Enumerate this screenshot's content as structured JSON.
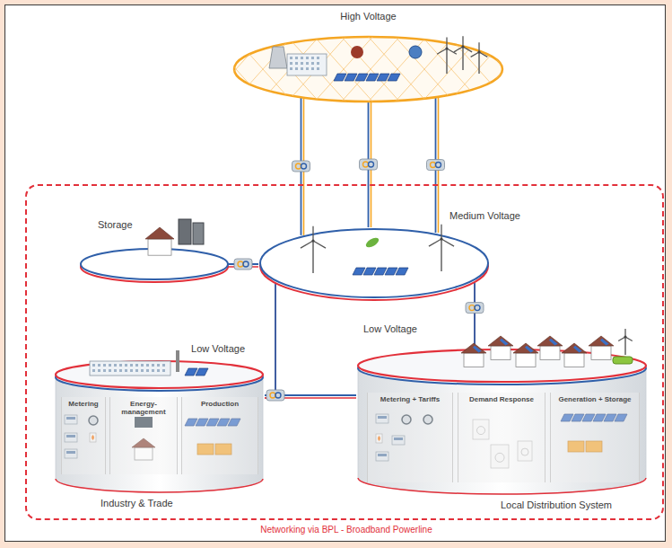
{
  "diagram": {
    "nodes": [
      {
        "text": [
          "High Voltage"
        ]
      },
      {
        "text": [
          "Networking via BPL - Broadband Powerline"
        ]
      },
      {
        "text": [
          "Storage"
        ],
        "in": 1
      },
      {
        "text": [
          "Medium Voltage"
        ],
        "in": 1
      },
      {
        "text": [
          "Low Voltage",
          "Industry & Trade"
        ],
        "in": 1
      },
      {
        "text": [
          "Metering"
        ],
        "in": 4
      },
      {
        "text": [
          "Energy-management"
        ],
        "in": 4
      },
      {
        "text": [
          "Production"
        ],
        "in": 4
      },
      {
        "text": [
          "Low Voltage",
          "Local Distribution System"
        ],
        "in": 1
      },
      {
        "text": [
          "Metering + Tariffs"
        ],
        "in": 8
      },
      {
        "text": [
          "Demand Response"
        ],
        "in": 8
      },
      {
        "text": [
          "Generation + Storage"
        ],
        "in": 8
      }
    ],
    "edges": [
      {
        "from": 0,
        "to": 3,
        "arrow": "none"
      },
      {
        "from": 0,
        "to": 3,
        "arrow": "none"
      },
      {
        "from": 0,
        "to": 3,
        "arrow": "none"
      },
      {
        "from": 2,
        "to": 3,
        "arrow": "none"
      },
      {
        "from": 3,
        "to": 4,
        "arrow": "none"
      },
      {
        "from": 3,
        "to": 8,
        "arrow": "none"
      },
      {
        "from": 4,
        "to": 8,
        "arrow": "none"
      }
    ]
  }
}
